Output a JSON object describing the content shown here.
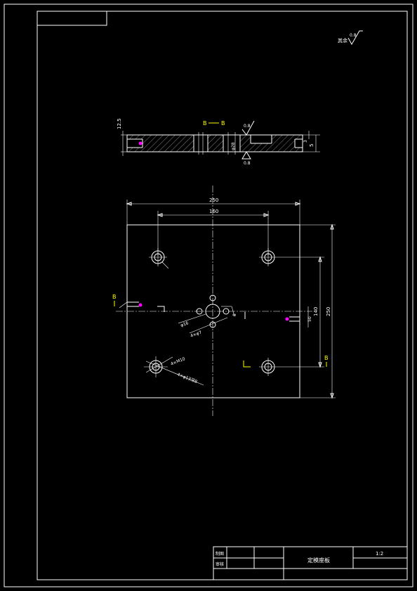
{
  "roughness": {
    "label": "其余",
    "value": "0.8"
  },
  "section": {
    "label_left": "B",
    "label_right": "B",
    "thickness_dim": "12.5",
    "step_dim": "5",
    "inner_dim": "3",
    "center_dim": "φ28",
    "roughness_top": "0.8",
    "roughness_bottom": "0.8"
  },
  "plan": {
    "overall_width": "250",
    "hole_spacing": "160",
    "overall_height": "250",
    "hole_vertical_spacing": "140",
    "right_small_dim": "50",
    "center_hole_note": "φ16",
    "center_dim": "4×φ7",
    "lower_left_note1": "4×M10",
    "lower_left_note2": "4×φ13深8",
    "center_right_dim": "8",
    "section_mark_left": "B",
    "section_mark_right": "B"
  },
  "title_block": {
    "row1_label": "制图",
    "row2_label": "审核",
    "part_name": "定模座板",
    "scale": "1:2"
  }
}
